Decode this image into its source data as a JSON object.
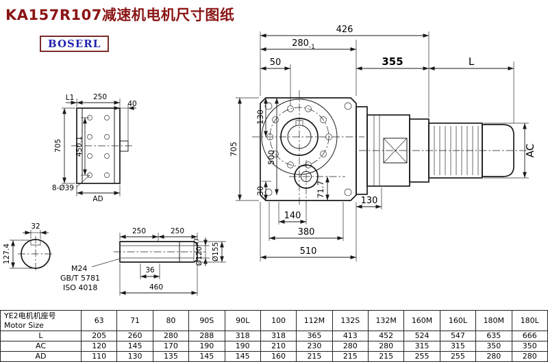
{
  "page": {
    "title": "KA157R107减速机电机尺寸图纸",
    "logo": "BOSERL"
  },
  "dims": {
    "top_426": "426",
    "top_280": "280",
    "top_280_tol": "-1",
    "top_50": "50",
    "top_355": "355",
    "top_L": "L",
    "right_AC": "AC",
    "left_705": "705",
    "left_130": "130",
    "left_500": "500",
    "left_30": "30",
    "mid_71_7": "71.7",
    "right_130": "130",
    "bot_140": "140",
    "bot_380": "380",
    "bot_510": "510"
  },
  "side_view": {
    "L1": "L1",
    "d250": "250",
    "d40": "40",
    "d705": "705",
    "d450": "450.1",
    "holes": "8-Ø39",
    "AD": "AD"
  },
  "shaft": {
    "d32": "32",
    "d127": "127.4",
    "d250a": "250",
    "d250b": "250",
    "thread": "M24",
    "std1": "GB/T 5781",
    "std2": "ISO 4018",
    "d36": "36",
    "d460": "460",
    "bore": "Ø120",
    "bore_fit": "H7",
    "outer": "Ø155"
  },
  "table": {
    "header_cn": "YE2电机机座号",
    "header_en": "Motor Size",
    "sizes": [
      "63",
      "71",
      "80",
      "90S",
      "90L",
      "100",
      "112M",
      "132S",
      "132M",
      "160M",
      "160L",
      "180M",
      "180L"
    ],
    "rows": [
      {
        "label": "L",
        "values": [
          "205",
          "260",
          "280",
          "288",
          "318",
          "318",
          "365",
          "413",
          "452",
          "524",
          "547",
          "635",
          "666"
        ]
      },
      {
        "label": "AC",
        "values": [
          "120",
          "145",
          "170",
          "190",
          "190",
          "210",
          "230",
          "280",
          "280",
          "315",
          "315",
          "350",
          "350"
        ]
      },
      {
        "label": "AD",
        "values": [
          "110",
          "130",
          "135",
          "145",
          "145",
          "160",
          "215",
          "215",
          "215",
          "255",
          "255",
          "280",
          "280"
        ]
      }
    ]
  }
}
